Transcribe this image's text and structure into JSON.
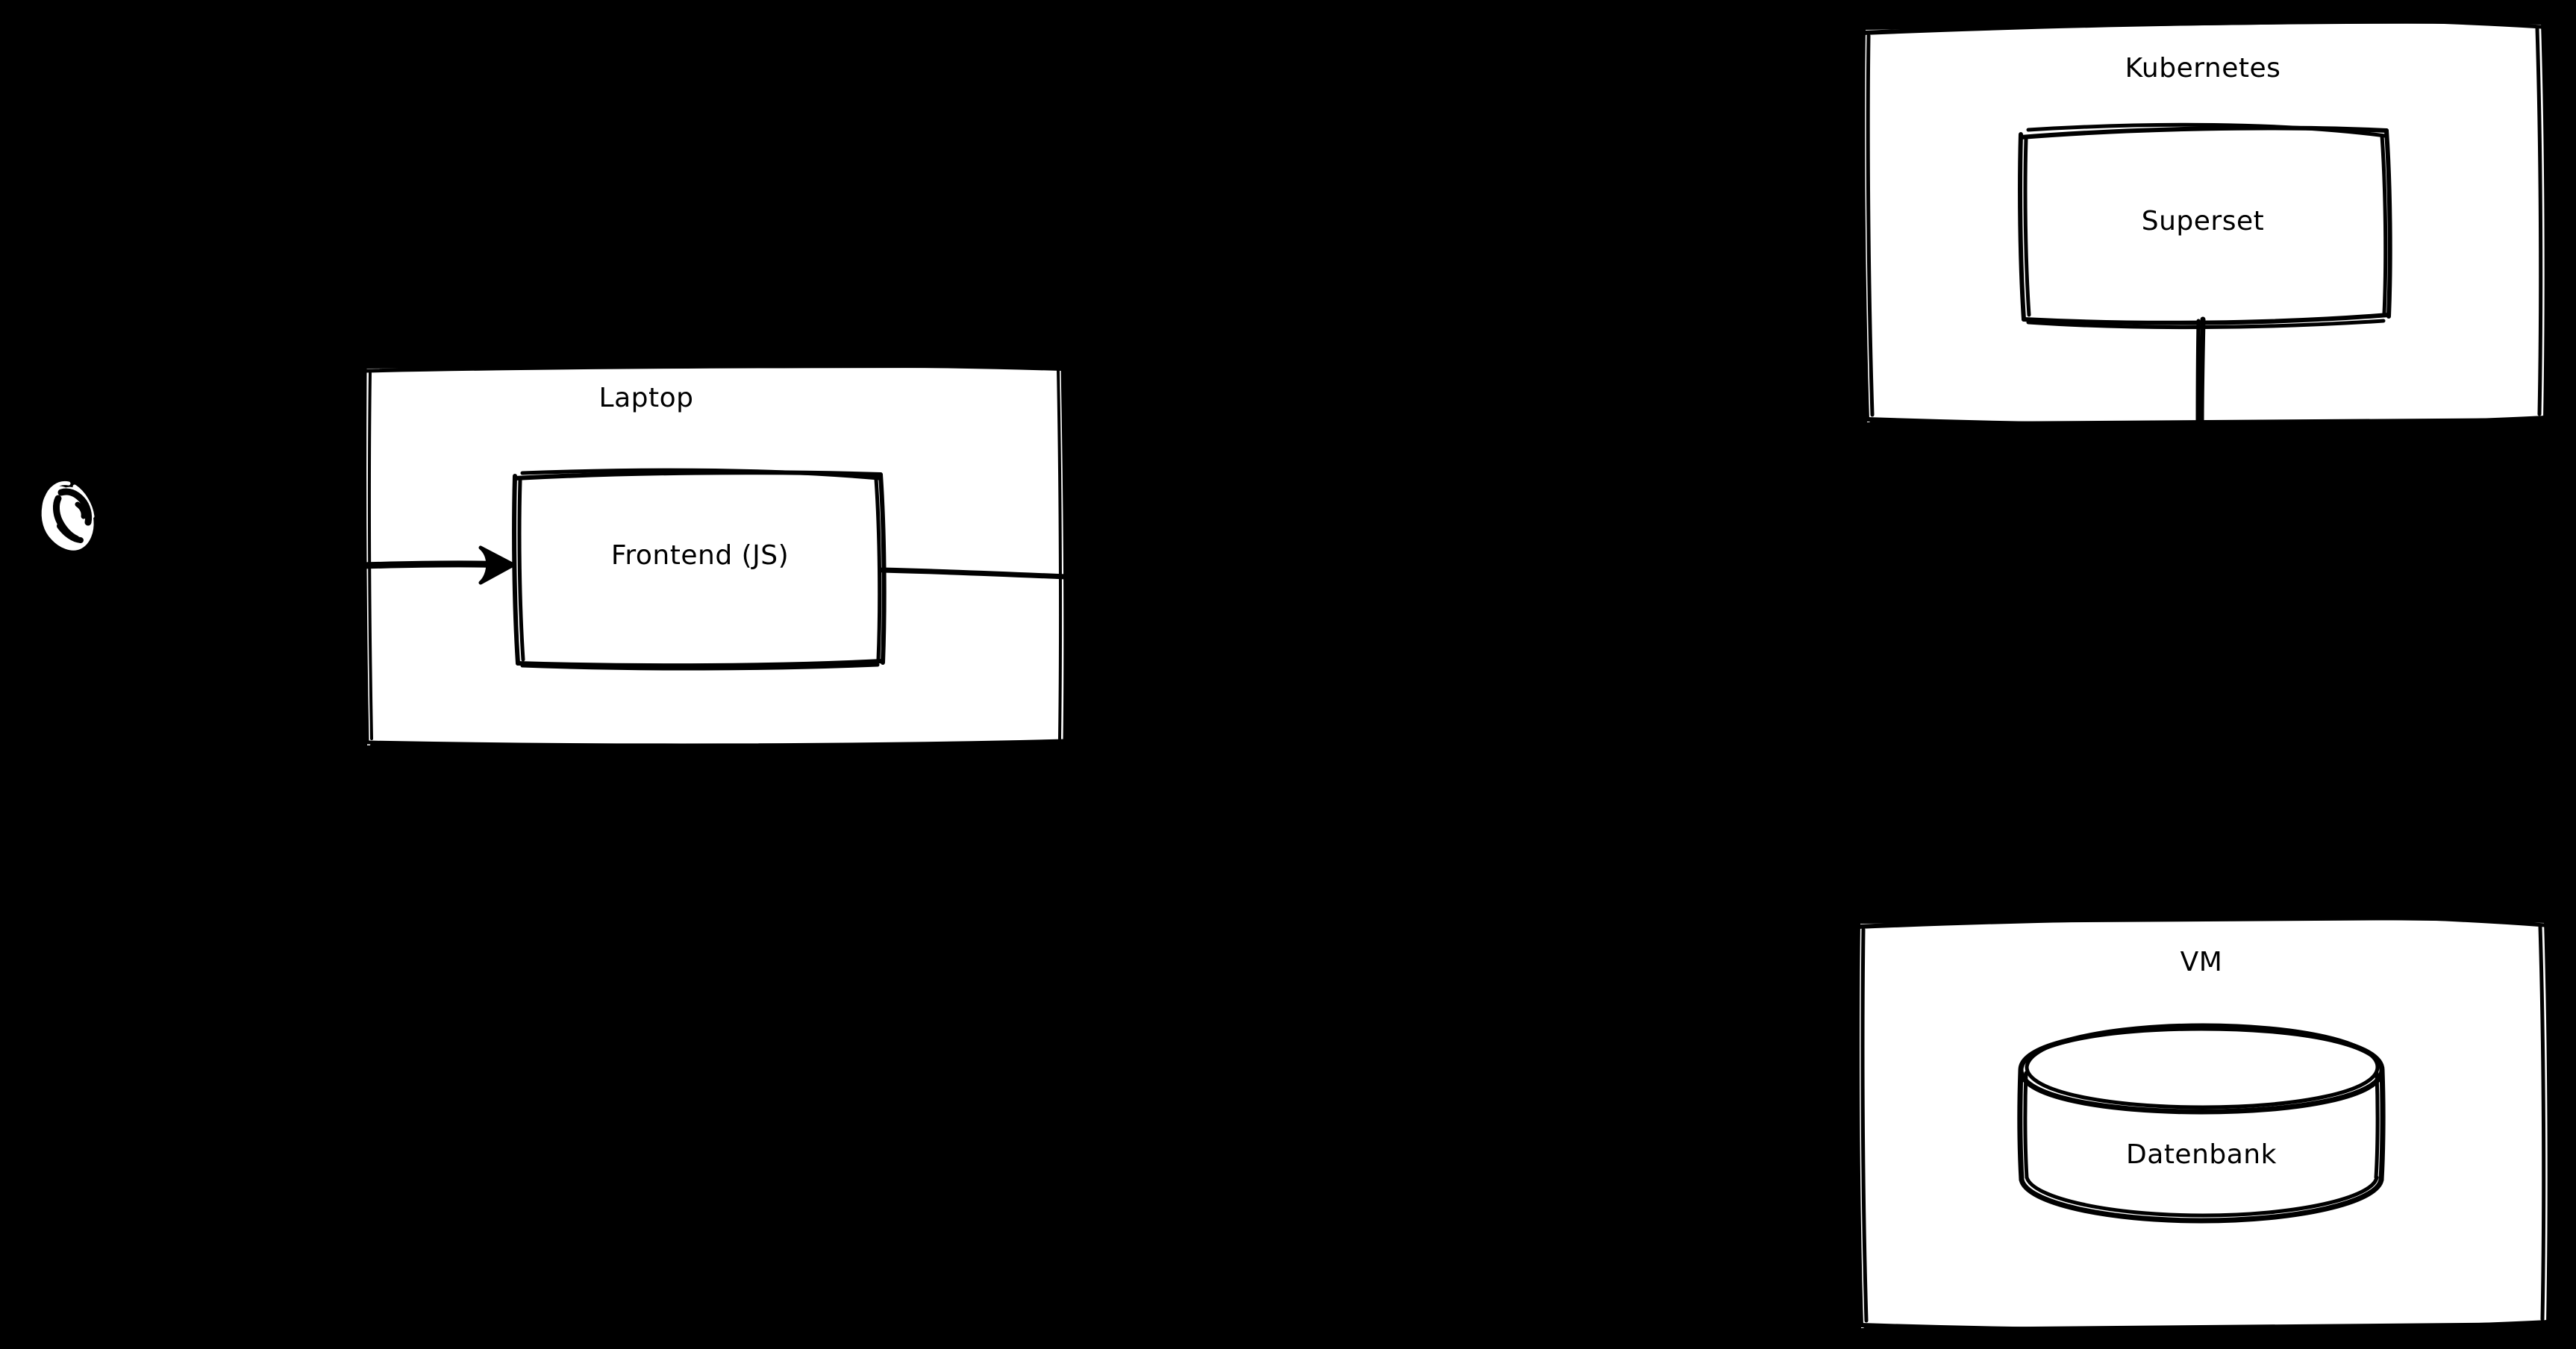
{
  "canvas": {
    "background_color": "#000000",
    "stroke_color": "#000000",
    "fill_color": "#ffffff",
    "style": "hand-drawn sketch"
  },
  "actor": {
    "name": "user-actor",
    "label": ""
  },
  "containers": [
    {
      "id": "laptop",
      "title": "Laptop",
      "nodes": [
        {
          "id": "frontend",
          "label": "Frontend (JS)",
          "shape": "rectangle"
        }
      ]
    },
    {
      "id": "kubernetes",
      "title": "Kubernetes",
      "nodes": [
        {
          "id": "superset",
          "label": "Superset",
          "shape": "rectangle"
        }
      ]
    },
    {
      "id": "vm",
      "title": "VM",
      "nodes": [
        {
          "id": "datenbank",
          "label": "Datenbank",
          "shape": "cylinder"
        }
      ]
    }
  ],
  "edges": [
    {
      "id": "edge-user-to-frontend",
      "from": "user-actor",
      "to": "frontend",
      "label": "",
      "arrow": "end"
    },
    {
      "id": "edge-frontend-to-superset",
      "from": "frontend",
      "to": "superset",
      "label": "",
      "arrow": "end"
    },
    {
      "id": "edge-superset-to-datenbank",
      "from": "superset",
      "to": "datenbank",
      "label": "",
      "arrow": "end"
    }
  ]
}
